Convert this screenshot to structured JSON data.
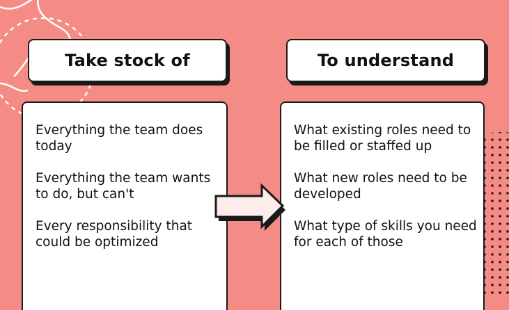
{
  "colors": {
    "background": "#f48b84",
    "card": "#ffffff",
    "outline": "#1a1a1a"
  },
  "left": {
    "heading": "Take stock of",
    "items": [
      "Everything the team does today",
      "Everything the team wants to do, but can't",
      "Every responsibility that could be optimized"
    ]
  },
  "right": {
    "heading": "To understand",
    "items": [
      "What existing roles need to be filled or staffed up",
      "What new roles need to be developed",
      "What type of skills you need for each of those"
    ]
  },
  "arrow": {
    "icon": "right-arrow-icon",
    "direction": "left-to-right"
  }
}
